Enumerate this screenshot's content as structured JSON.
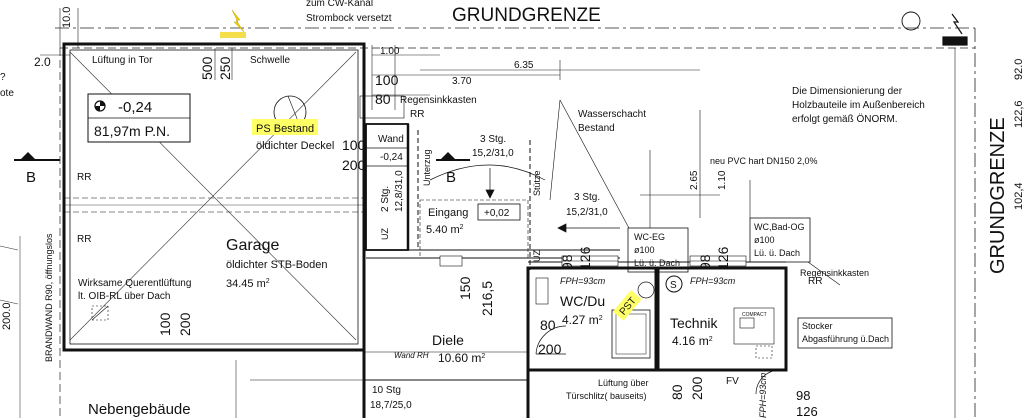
{
  "labels": {
    "grundgrenze_top": "GRUNDGRENZE",
    "grundgrenze_right": "GRUNDGRENZE",
    "zum_cw_kanal": "zum CW-Kanal",
    "strombock": "Strombock versetzt",
    "lueftung_tor": "Lüftung in Tor",
    "schwelle": "Schwelle",
    "regensinkkasten_1": "Regensinkkasten",
    "regensinkkasten_2": "Regensinkkasten",
    "wasserschacht": "Wasserschacht",
    "bestand_ws": "Bestand",
    "ps_bestand": "PS Bestand",
    "oeldichter_deckel": "öldichter Deckel",
    "dimension_note_1": "Die Dimensionierung der",
    "dimension_note_2": "Holzbauteile im Außenbereich",
    "dimension_note_3": "erfolgt gemäß ÖNORM.",
    "neu_pvc": "neu PVC hart DN150 2,0%",
    "wand_label": "Wand",
    "wand_level": "-0,24",
    "unterzug": "Unterzug",
    "stuetze": "Stütze",
    "stg3_a": "3 Stg.",
    "stg3_a_dim": "15,2/31,0",
    "stg3_b": "3 Stg.",
    "stg3_b_dim": "15,2/31,0",
    "stg2": "2 Stg.",
    "stg2_dim": "12,8/31,0",
    "stg10": "10 Stg",
    "stg10_dim": "18,7/25,0",
    "eingang": "Eingang",
    "eingang_area": "5.40 m",
    "eingang_level": "+0,02",
    "wc_eg_1": "WC-EG",
    "wc_eg_2": "ø100",
    "wc_eg_3": "Lü. ü. Dach",
    "wc_og_1": "WC,Bad-OG",
    "wc_og_2": "ø100",
    "wc_og_3": "Lü. ü. Dach",
    "garage": "Garage",
    "garage_floor": "öldichter STB-Boden",
    "garage_area": "34.45 m",
    "level_value": "-0,24",
    "level_pn": "81,97m P.N.",
    "wirksame_1": "Wirksame Querentlüftung",
    "wirksame_2": "lt. OIB-RL über Dach",
    "brandwand": "BRANDWAND R90, öffnungslos",
    "wc_du": "WC/Du",
    "wc_du_area": "4.27 m",
    "technik": "Technik",
    "technik_area": "4.16 m",
    "diele": "Diele",
    "diele_area": "10.60 m",
    "nebengebaeude": "Nebengebäude",
    "fph_1": "FPH=93cm",
    "fph_2": "FPH=93cm",
    "fph_3": "FPH=93cm",
    "pst": "PST",
    "wand_rh": "Wand RH",
    "lueftung_ueber_1": "Lüftung über",
    "lueftung_ueber_2": "Türschlitz( bauseits)",
    "stocker_1": "Stocker",
    "stocker_2": "Abgasführung ü.Dach",
    "fv": "FV",
    "section_b_left": "B",
    "section_b_mid": "B",
    "compact": "COMPACT",
    "s_symbol": "S",
    "rr": "RR",
    "sup2": "2",
    "ote": "ote"
  },
  "dims": {
    "d10_0": "10.0",
    "d2_0": "2.0",
    "d1_00": "1.00",
    "d100_a": "100",
    "d80_a": "80",
    "d3_70": "3.70",
    "d6_35": "6.35",
    "d500": "500",
    "d250": "250",
    "d100_b": "100",
    "d200_a": "200",
    "d2_65": "2.65",
    "d1_10": "1.10",
    "d98_a": "98",
    "d126_a": "126",
    "d98_b": "98",
    "d126_b": "126",
    "d150": "150",
    "d216_5": "216,5",
    "d80_b": "80",
    "d200_b": "200",
    "d100_c": "100",
    "d200_c": "200",
    "d80_c": "80",
    "d200_d": "200",
    "d98_c": "98",
    "d126_c": "126",
    "d200_0": "200.0",
    "d92_0": "92.0",
    "d122_6": "122,6",
    "d102_4": "102,4"
  },
  "colors": {
    "highlight": "#ffff66",
    "thunder": "#f0d000"
  }
}
